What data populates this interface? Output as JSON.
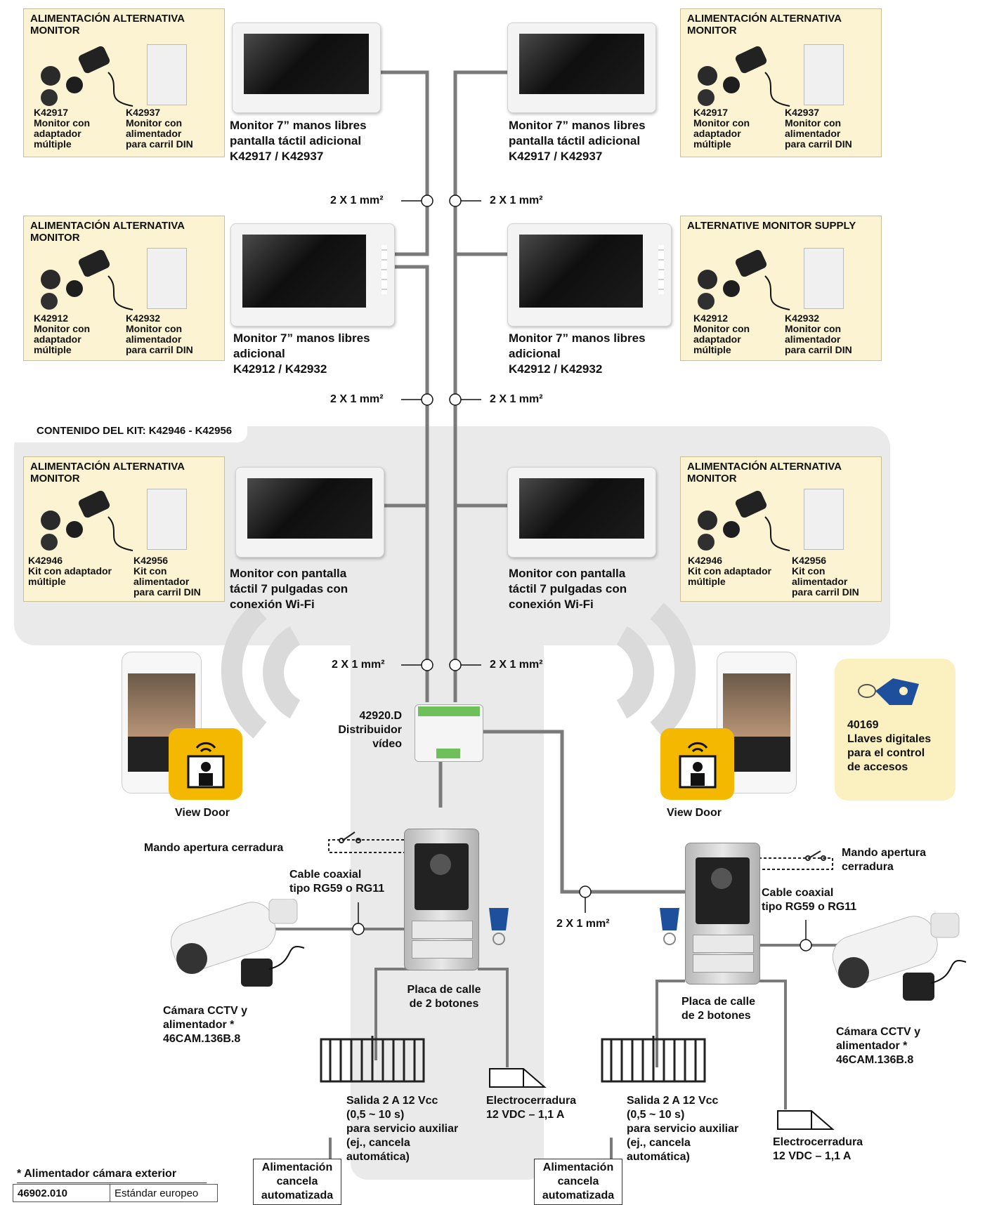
{
  "kit": {
    "title": "CONTENIDO DEL KIT: K42946 - K42956"
  },
  "supply_boxes": [
    {
      "title": "ALIMENTACIÓN ALTERNATIVA\nMONITOR",
      "left": "K42917\nMonitor con\nadaptador\nmúltiple",
      "right": "K42937\nMonitor con\nalimentador\npara carril DIN"
    },
    {
      "title": "ALIMENTACIÓN ALTERNATIVA\nMONITOR",
      "left": "K42917\nMonitor con\nadaptador\nmúltiple",
      "right": "K42937\nMonitor con\nalimentador\npara carril DIN"
    },
    {
      "title": "ALIMENTACIÓN ALTERNATIVA\nMONITOR",
      "left": "K42912\nMonitor con\nadaptador\nmúltiple",
      "right": "K42932\nMonitor con\nalimentador\npara carril DIN"
    },
    {
      "title": "ALTERNATIVE MONITOR SUPPLY",
      "left": "K42912\nMonitor con\nadaptador\nmúltiple",
      "right": "K42932\nMonitor con\nalimentador\npara carril DIN"
    },
    {
      "title": "ALIMENTACIÓN ALTERNATIVA\nMONITOR",
      "left": "K42946\nKit con adaptador\nmúltiple",
      "right": "K42956\nKit con\nalimentador\npara carril DIN"
    },
    {
      "title": "ALIMENTACIÓN ALTERNATIVA\nMONITOR",
      "left": "K42946\nKit con adaptador\nmúltiple",
      "right": "K42956\nKit con\nalimentador\npara carril DIN"
    }
  ],
  "monitors": [
    "Monitor 7” manos libres\npantalla táctil adicional\nK42917 / K42937",
    "Monitor 7” manos libres\npantalla táctil adicional\nK42917 / K42937",
    "Monitor 7” manos libres\nadicional\nK42912 / K42932",
    "Monitor 7” manos libres\nadicional\nK42912 / K42932",
    "Monitor con pantalla\ntáctil 7 pulgadas con\nconexión Wi-Fi",
    "Monitor con pantalla\ntáctil 7 pulgadas con\nconexión Wi-Fi"
  ],
  "wire": "2 X 1 mm²",
  "distributor": "42920.D\nDistribuidor\nvídeo",
  "view_door": "View Door",
  "digital_keys": "40169\nLlaves digitales\npara el control\nde accesos",
  "lock_release_left": "Mando apertura cerradura",
  "lock_release_right": "Mando apertura\ncerradura",
  "coax": "Cable coaxial\ntipo RG59 o RG11",
  "door_panel": "Placa de calle\nde 2 botones",
  "camera": "Cámara CCTV y\nalimentador *\n46CAM.136B.8",
  "aux_output": "Salida 2 A 12 Vcc\n(0,5 ~ 10 s)\npara servicio auxiliar\n(ej., cancela\nautomática)",
  "electrolock": "Electrocerradura\n12 VDC – 1,1 A",
  "gate_power": "Alimentación\ncancela\nautomatizada",
  "footnote": {
    "title": "* Alimentador cámara exterior",
    "code": "46902.010",
    "desc": "Estándar europeo"
  },
  "colors": {
    "panel_bg": "#fbf3d2",
    "kit_bg": "#eaeaea",
    "wire": "#7a7a7a",
    "app_icon": "#f5b800",
    "fob": "#1d4f9c"
  }
}
